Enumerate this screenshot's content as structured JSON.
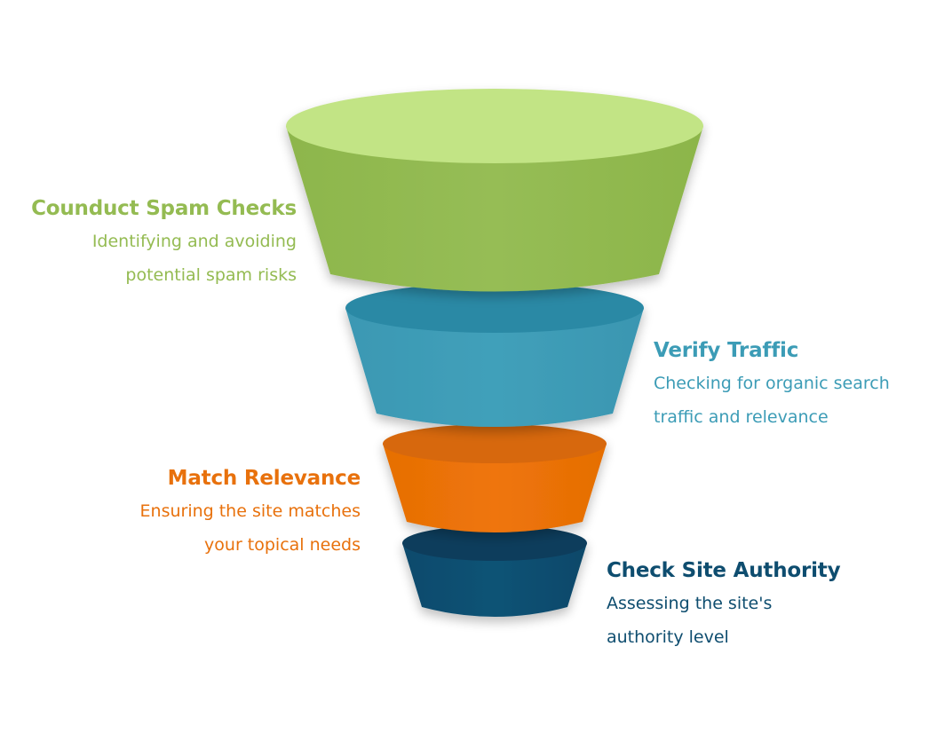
{
  "stages": [
    {
      "title": "Counduct Spam Checks",
      "lines": [
        "Identifying and avoiding",
        "potential spam risks"
      ],
      "color": "#94bb52"
    },
    {
      "title": "Verify Traffic",
      "lines": [
        "Checking for organic search",
        "traffic and relevance"
      ],
      "color": "#3c9cb6"
    },
    {
      "title": "Match Relevance",
      "lines": [
        "Ensuring the site matches",
        "your topical needs"
      ],
      "color": "#e8710c"
    },
    {
      "title": "Check Site Authority",
      "lines": [
        "Assessing the site's",
        "authority level"
      ],
      "color": "#0e4d6f"
    }
  ]
}
